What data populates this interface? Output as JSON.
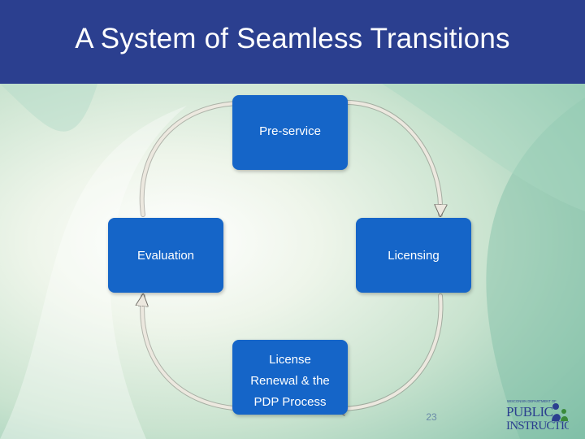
{
  "slide": {
    "title": "A System of Seamless Transitions",
    "page_number": "23"
  },
  "diagram": {
    "nodes": [
      {
        "id": "pre",
        "label": "Pre-service"
      },
      {
        "id": "lic",
        "label": "Licensing"
      },
      {
        "id": "renew",
        "label": "License\nRenewal & the\nPDP Process"
      },
      {
        "id": "eval",
        "label": "Evaluation"
      }
    ],
    "flow": [
      "pre",
      "lic",
      "renew",
      "eval",
      "pre"
    ]
  },
  "logo": {
    "top_text": "WISCONSIN DEPARTMENT OF",
    "line1": "PUBLIC",
    "line2": "INSTRUCTION"
  },
  "colors": {
    "title_bar": "#2b3f8f",
    "node": "#1565c8",
    "arrow": "#ece8df"
  }
}
